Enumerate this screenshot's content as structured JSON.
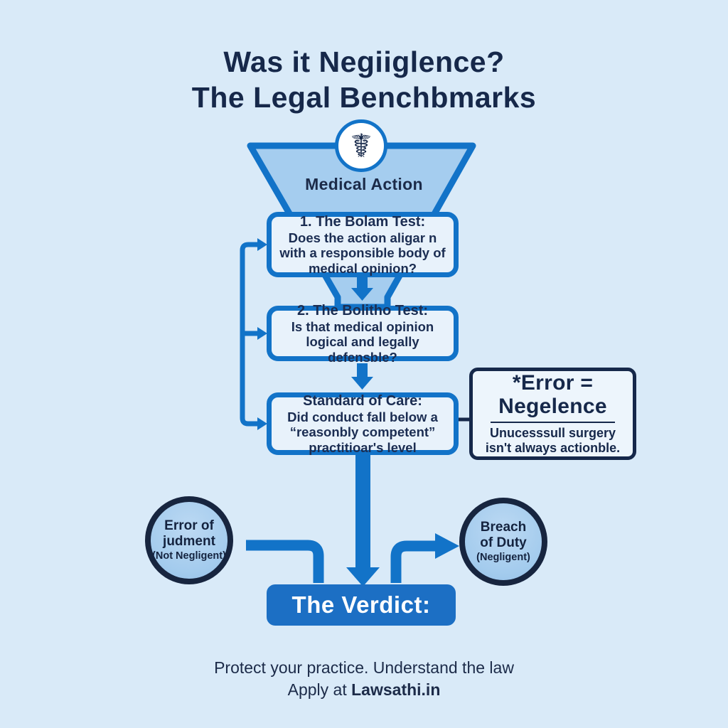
{
  "colors": {
    "bg": "#d9eaf8",
    "navy": "#16284a",
    "text-navy": "#1b2d52",
    "accent": "#1273c8",
    "funnel-fill": "#a5cdef",
    "box-fill": "#e8f2fb",
    "verdict-fill": "#1c6fc4",
    "verdict-text": "#ffffff"
  },
  "title": {
    "line1": "Was it Negiiglence?",
    "line2": "The Legal Benchbmarks"
  },
  "funnel": {
    "icon": "caduceus-icon",
    "icon_glyph": "☤",
    "label": "Medical Action"
  },
  "steps": [
    {
      "heading": "1. The Bolam Test:",
      "body": "Does the action aligar n with a responsible body of medical opinion?"
    },
    {
      "heading": "2. The Bolitho Test:",
      "body": "Is that medical opinion logical and legally defensble?"
    },
    {
      "heading": "Standard of Care:",
      "body": "Did conduct fall below a “reasonbly competent” practitioar's level"
    }
  ],
  "note_box": {
    "heading_line1": "*Error =",
    "heading_line2": "Negelence",
    "body": "Unucesssull surgery isn't always actionble."
  },
  "outcomes": {
    "left": {
      "title_line1": "Error of",
      "title_line2": "judment",
      "subtitle": "(Not Negligent)"
    },
    "right": {
      "title_line1": "Breach",
      "title_line2": "of Duty",
      "subtitle": "(Negligent)"
    }
  },
  "verdict": {
    "label": "The Verdict:"
  },
  "footer": {
    "line1": "Protect your practice. Understand the law",
    "line2_prefix": "Apply at",
    "line2_brand": "Lawsathi.in"
  }
}
